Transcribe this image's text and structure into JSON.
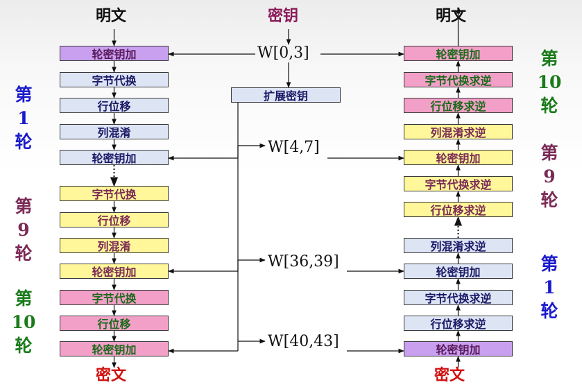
{
  "header": {
    "left_plaintext": "明文",
    "key": "密钥",
    "right_plaintext": "明文"
  },
  "footer": {
    "left_ciphertext": "密文",
    "right_ciphertext": "密文"
  },
  "left_column": [
    {
      "label": "轮密钥加",
      "fill": "#c9a0f0",
      "text_color": "#5a1a5a"
    },
    {
      "label": "字节代换",
      "fill": "#dde4f4",
      "text_color": "#1a1a66"
    },
    {
      "label": "行位移",
      "fill": "#dde4f4",
      "text_color": "#1a1a66"
    },
    {
      "label": "列混淆",
      "fill": "#dde4f4",
      "text_color": "#1a1a66"
    },
    {
      "label": "轮密钥加",
      "fill": "#dde4f4",
      "text_color": "#1a1a66"
    },
    {
      "label": "字节代换",
      "fill": "#fff79a",
      "text_color": "#7a2a55"
    },
    {
      "label": "行位移",
      "fill": "#fff79a",
      "text_color": "#7a2a55"
    },
    {
      "label": "列混淆",
      "fill": "#fff79a",
      "text_color": "#7a2a55"
    },
    {
      "label": "轮密钥加",
      "fill": "#fff79a",
      "text_color": "#7a2a55"
    },
    {
      "label": "字节代换",
      "fill": "#f3a0c8",
      "text_color": "#1a6a1a"
    },
    {
      "label": "行位移",
      "fill": "#f3a0c8",
      "text_color": "#1a6a1a"
    },
    {
      "label": "轮密钥加",
      "fill": "#f3a0c8",
      "text_color": "#1a6a1a"
    }
  ],
  "right_column": [
    {
      "label": "轮密钥加",
      "fill": "#f3a0c8",
      "text_color": "#1a6a1a"
    },
    {
      "label": "字节代换求逆",
      "fill": "#f3a0c8",
      "text_color": "#1a6a1a"
    },
    {
      "label": "行位移求逆",
      "fill": "#f3a0c8",
      "text_color": "#1a6a1a"
    },
    {
      "label": "列混淆求逆",
      "fill": "#fff79a",
      "text_color": "#7a2a55"
    },
    {
      "label": "轮密钥加",
      "fill": "#fff79a",
      "text_color": "#7a2a55"
    },
    {
      "label": "字节代换求逆",
      "fill": "#fff79a",
      "text_color": "#7a2a55"
    },
    {
      "label": "行位移求逆",
      "fill": "#fff79a",
      "text_color": "#7a2a55"
    },
    {
      "label": "列混淆求逆",
      "fill": "#dde4f4",
      "text_color": "#1a1a66"
    },
    {
      "label": "轮密钥加",
      "fill": "#dde4f4",
      "text_color": "#1a1a66"
    },
    {
      "label": "字节代换求逆",
      "fill": "#dde4f4",
      "text_color": "#1a1a66"
    },
    {
      "label": "行位移求逆",
      "fill": "#dde4f4",
      "text_color": "#1a1a66"
    },
    {
      "label": "轮密钥加",
      "fill": "#c9a0f0",
      "text_color": "#5a1a5a"
    }
  ],
  "key_expansion": {
    "label": "扩展密钥",
    "fill": "#dde4f4"
  },
  "round_keys": [
    "W[0,3]",
    "W[4,7]",
    "W[36,39]",
    "W[40,43]"
  ],
  "left_round_labels": [
    {
      "text": [
        "第",
        "1",
        "轮"
      ],
      "color": "#1a1acc"
    },
    {
      "text": [
        "第",
        "9",
        "轮"
      ],
      "color": "#7a2a55"
    },
    {
      "text": [
        "第",
        "10",
        "轮"
      ],
      "color": "#1a7a1a"
    }
  ],
  "right_round_labels": [
    {
      "text": [
        "第",
        "10",
        "轮"
      ],
      "color": "#1a7a1a"
    },
    {
      "text": [
        "第",
        "9",
        "轮"
      ],
      "color": "#7a2a55"
    },
    {
      "text": [
        "第",
        "1",
        "轮"
      ],
      "color": "#1a1acc"
    }
  ],
  "colors": {
    "heading_black": "#111111",
    "heading_key": "#8a1a5a",
    "cipher_red": "#d01010"
  }
}
